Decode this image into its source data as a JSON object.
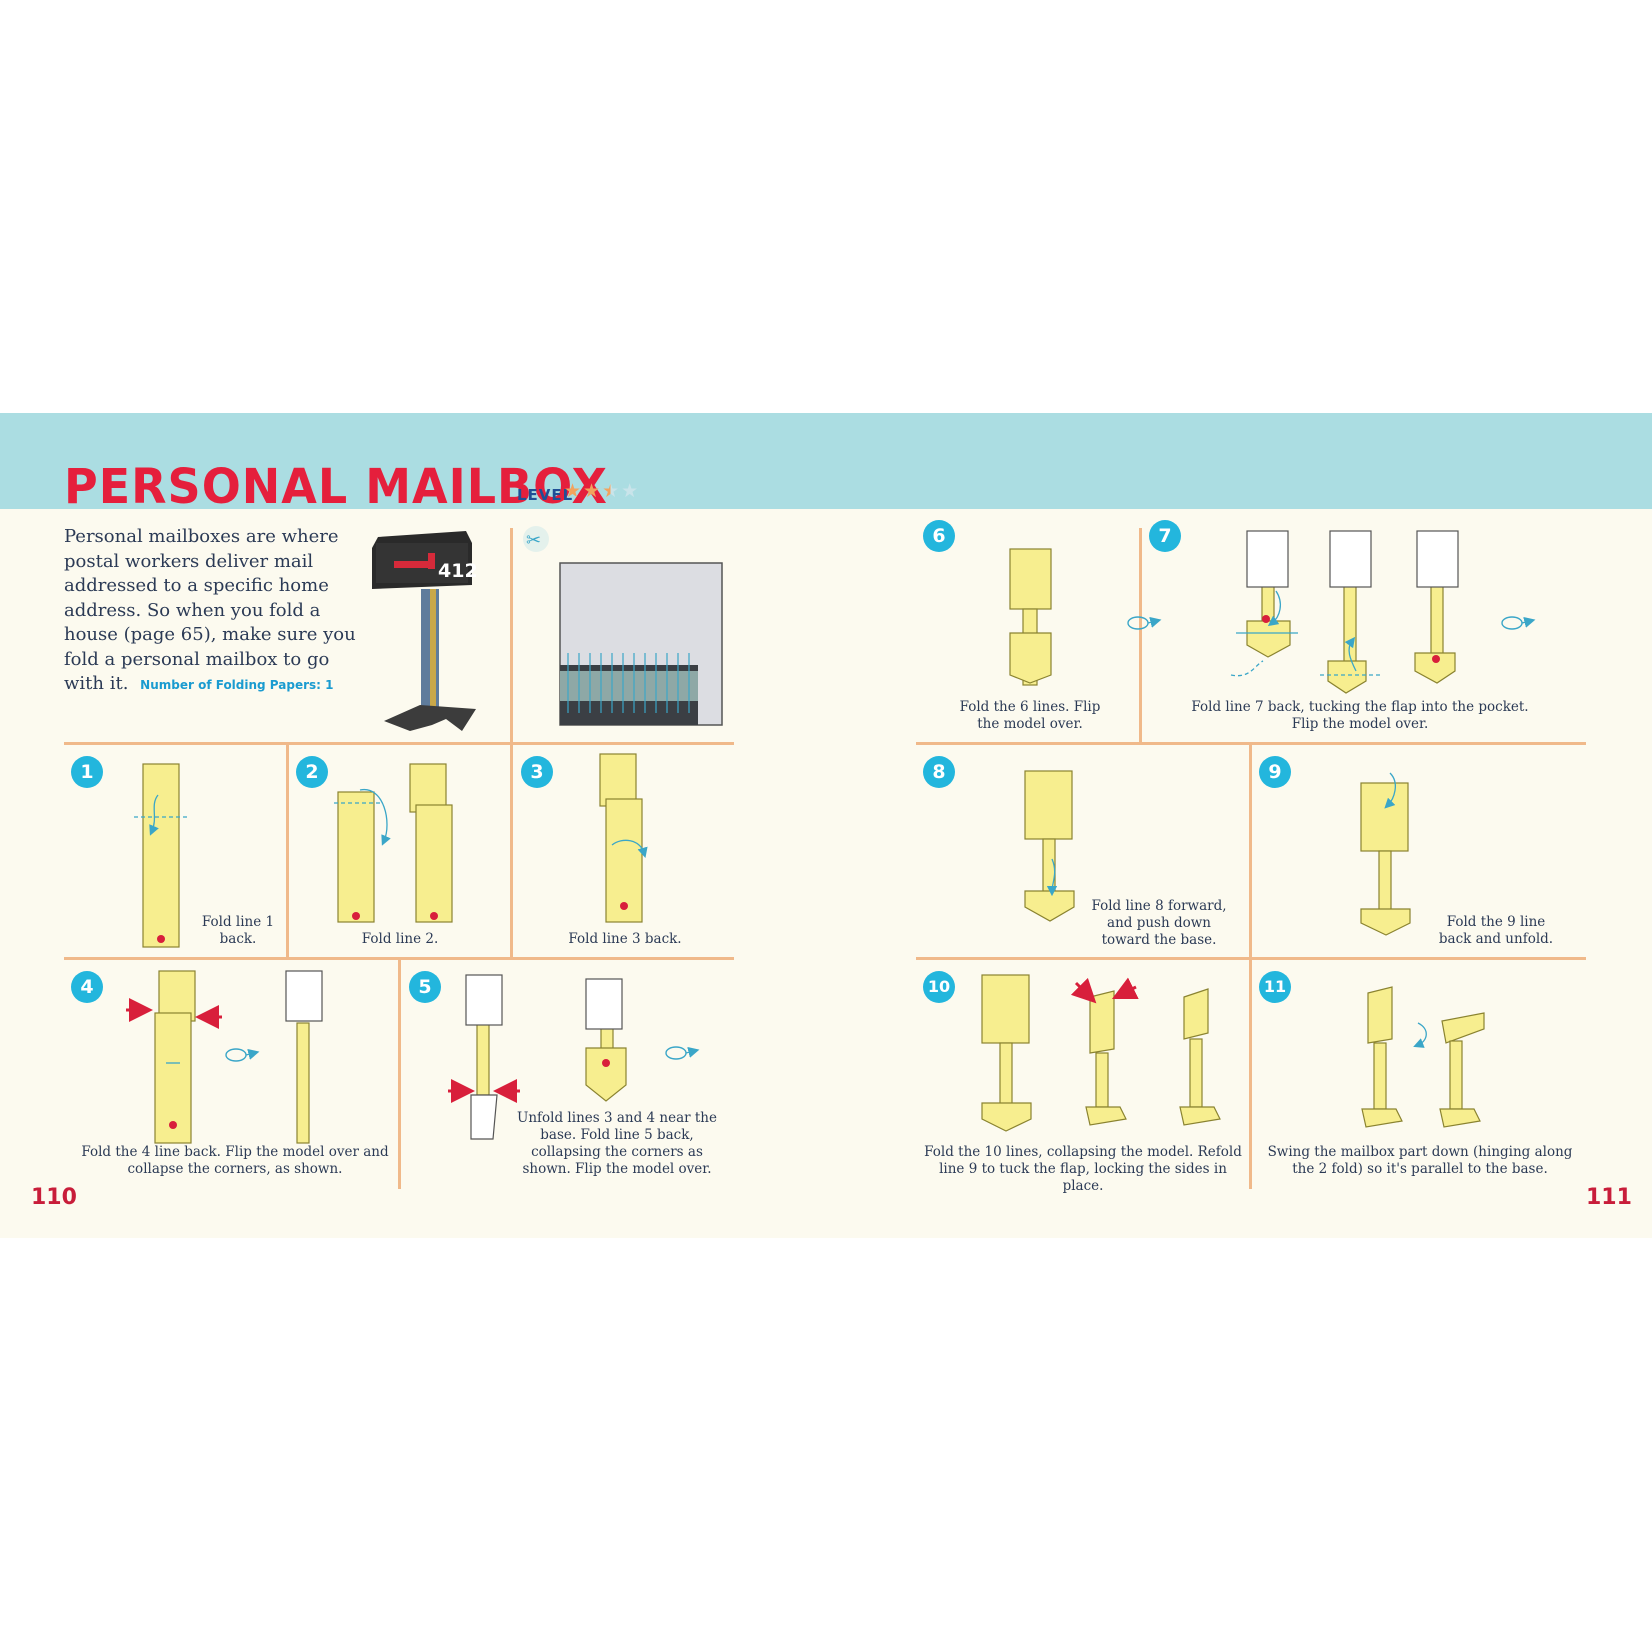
{
  "title": "PERSONAL MAILBOX",
  "level": {
    "label": "LEVEL",
    "rating": 2.5,
    "max": 4
  },
  "intro": "Personal mailboxes are where postal workers deliver mail addressed to a specific home address. So when you fold a house (page 65), make sure you fold a personal mailbox to go with it.",
  "papers_label": "Number of Folding Papers: 1",
  "mailbox_number": "412",
  "colors": {
    "band": "#abdde2",
    "title": "#e51f3c",
    "badge": "#23b6dd",
    "paper": "#f7ee8f",
    "divider": "#f0b98a",
    "marker": "#d81f3b"
  },
  "icons": [
    "scissors-icon",
    "flip-over-icon",
    "fold-arrow-icon",
    "push-arrow-icon"
  ],
  "steps": [
    {
      "num": "1",
      "caption": "Fold line 1 back."
    },
    {
      "num": "2",
      "caption": "Fold line 2."
    },
    {
      "num": "3",
      "caption": "Fold line 3 back."
    },
    {
      "num": "4",
      "caption": "Fold the 4 line back. Flip the model over and collapse the corners, as shown."
    },
    {
      "num": "5",
      "caption": "Unfold lines 3 and 4 near the base. Fold line 5 back, collapsing the corners as shown. Flip the model over."
    },
    {
      "num": "6",
      "caption": "Fold the 6 lines. Flip the model over."
    },
    {
      "num": "7",
      "caption": "Fold line 7 back, tucking the flap into the pocket. Flip the model over."
    },
    {
      "num": "8",
      "caption": "Fold line 8 forward, and push down toward the base."
    },
    {
      "num": "9",
      "caption": "Fold the 9 line back and unfold."
    },
    {
      "num": "10",
      "caption": "Fold the 10 lines, collapsing the model. Refold line 9 to tuck the flap, locking the sides in place."
    },
    {
      "num": "11",
      "caption": "Swing the mailbox part down (hinging along the 2 fold) so it's parallel to the base."
    }
  ],
  "pages": {
    "left": "110",
    "right": "111"
  }
}
